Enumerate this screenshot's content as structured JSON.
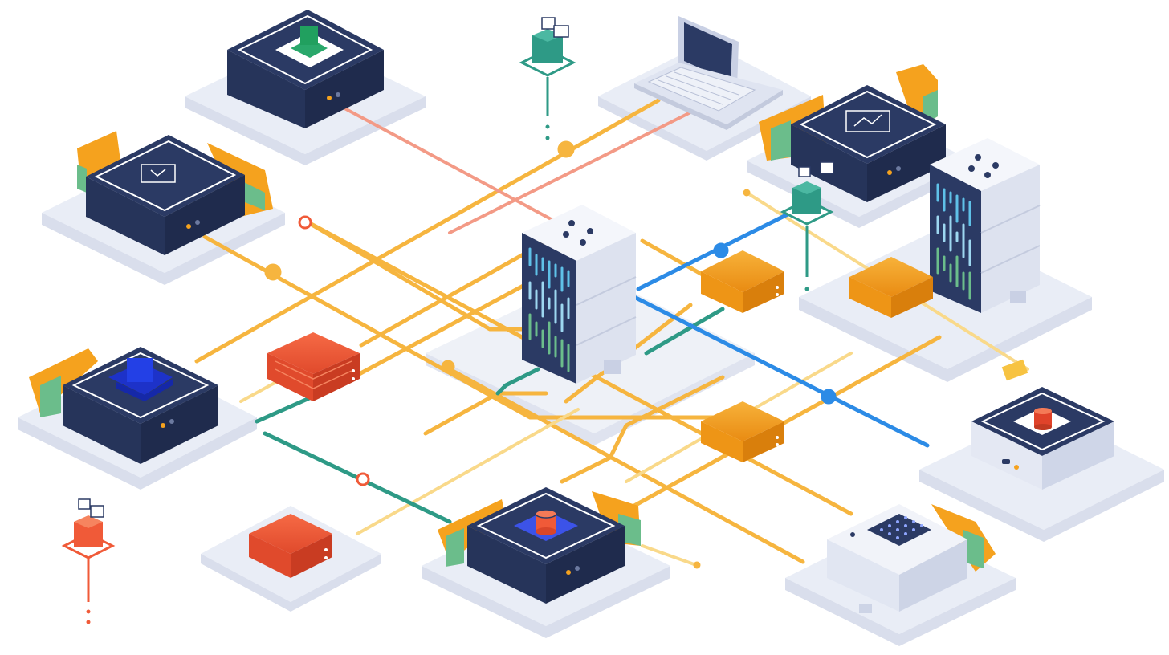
{
  "diagram": {
    "type": "isometric-network",
    "colors": {
      "background": "#ffffff",
      "platform": "#e9edf6",
      "platform_side": "#d6dced",
      "dark_box": "#2b3a64",
      "dark_box_side": "#1f2b4d",
      "server_light": "#eef1f8",
      "server_side": "#c9d0e4",
      "orange": "#f5a21e",
      "orange_dark": "#e48710",
      "red": "#f05a38",
      "red_dark": "#d9462a",
      "green": "#6bbd8b",
      "teal": "#2e9a86",
      "blue": "#2c8be6",
      "link_orange": "#f6b53f",
      "link_salmon": "#f39a86",
      "link_pale": "#f9d98a"
    },
    "nodes": [
      {
        "id": "hub-server",
        "kind": "rack-server",
        "icon": "server-rack-icon"
      },
      {
        "id": "right-server",
        "kind": "rack-server",
        "icon": "server-rack-icon"
      },
      {
        "id": "top-switch",
        "kind": "dark-switch",
        "icon": "chip-icon"
      },
      {
        "id": "left-switch",
        "kind": "dark-switch",
        "icon": "check-icon"
      },
      {
        "id": "right-switch",
        "kind": "dark-switch",
        "icon": "graph-icon"
      },
      {
        "id": "lower-left-switch",
        "kind": "dark-switch",
        "icon": "cube-icon"
      },
      {
        "id": "bottom-switch",
        "kind": "dark-switch",
        "icon": "cylinder-icon"
      },
      {
        "id": "laptop",
        "kind": "laptop",
        "icon": "laptop-icon"
      },
      {
        "id": "storage-box",
        "kind": "white-box",
        "icon": "database-icon"
      },
      {
        "id": "chip-box",
        "kind": "white-box",
        "icon": "chip-grid-icon"
      },
      {
        "id": "router-1",
        "kind": "router-red",
        "icon": "router-icon"
      },
      {
        "id": "router-2",
        "kind": "router-red",
        "icon": "router-icon"
      },
      {
        "id": "router-3",
        "kind": "router-orange",
        "icon": "router-icon"
      },
      {
        "id": "router-4",
        "kind": "router-orange",
        "icon": "router-icon"
      },
      {
        "id": "router-5",
        "kind": "router-orange",
        "icon": "router-icon"
      },
      {
        "id": "pin-teal-top",
        "kind": "map-pin",
        "icon": "location-pin-icon"
      },
      {
        "id": "pin-teal-right",
        "kind": "map-pin",
        "icon": "location-pin-icon"
      },
      {
        "id": "pin-red-left",
        "kind": "map-pin",
        "icon": "location-pin-icon"
      }
    ]
  }
}
